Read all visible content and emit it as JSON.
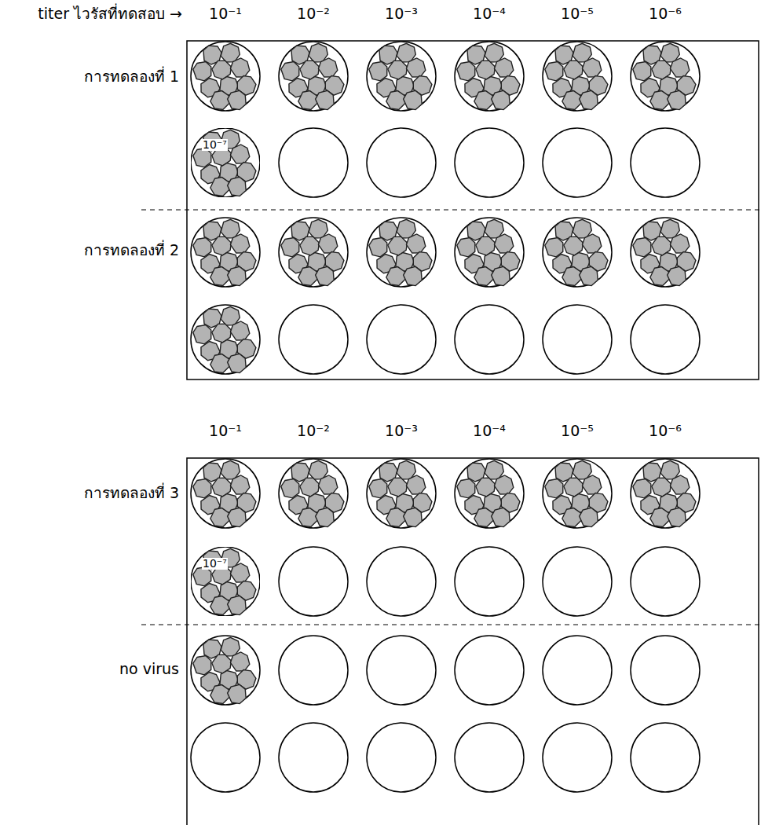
{
  "diagram": {
    "nodes": [
      {
        "text": [
          "10⁻⁷"
        ]
      },
      {
        "text": [
          "10⁻⁷"
        ]
      }
    ],
    "labels": [
      "titer ไวรัสที่ทดสอบ →",
      "10⁻¹",
      "10⁻²",
      "10⁻³",
      "10⁻⁴",
      "10⁻⁵",
      "10⁻⁶",
      "การทดลองที่ 1",
      "การทดลองที่ 2",
      "10⁻¹",
      "10⁻²",
      "10⁻³",
      "10⁻⁴",
      "10⁻⁵",
      "10⁻⁶",
      "การทดลองที่ 3",
      "no virus"
    ]
  }
}
